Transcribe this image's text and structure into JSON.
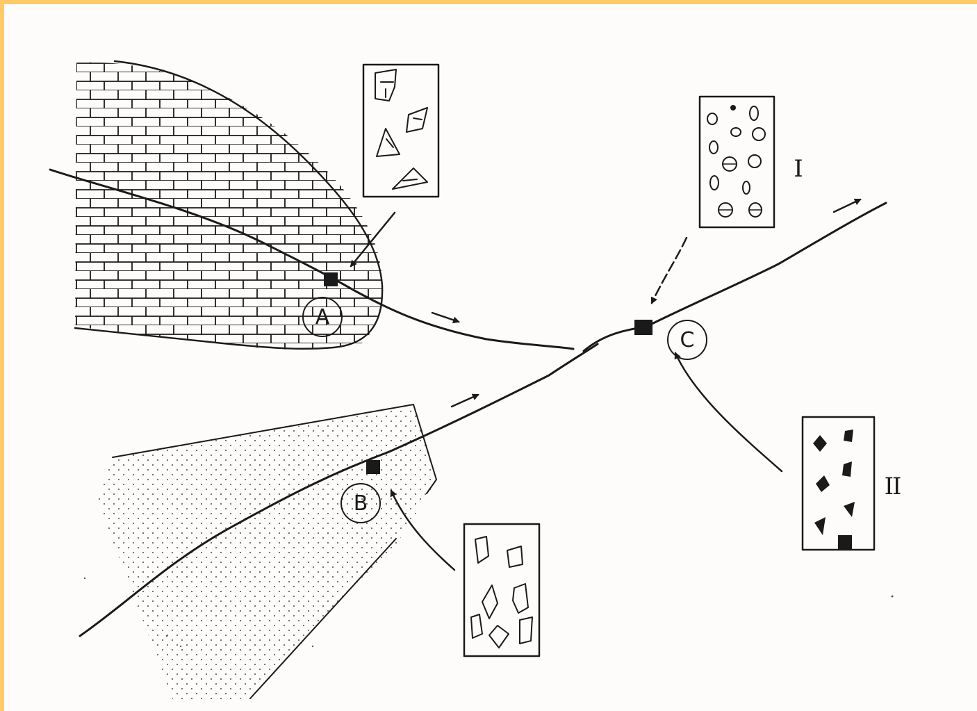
{
  "diagram": {
    "locations": [
      {
        "id": "A",
        "label": "A"
      },
      {
        "id": "B",
        "label": "B"
      },
      {
        "id": "C",
        "label": "C"
      }
    ],
    "sample_labels": {
      "I": "I",
      "II": "II"
    },
    "colors": {
      "ink": "#1a1a1a",
      "border": "#ffc966",
      "paper": "#fdfcfa"
    }
  }
}
